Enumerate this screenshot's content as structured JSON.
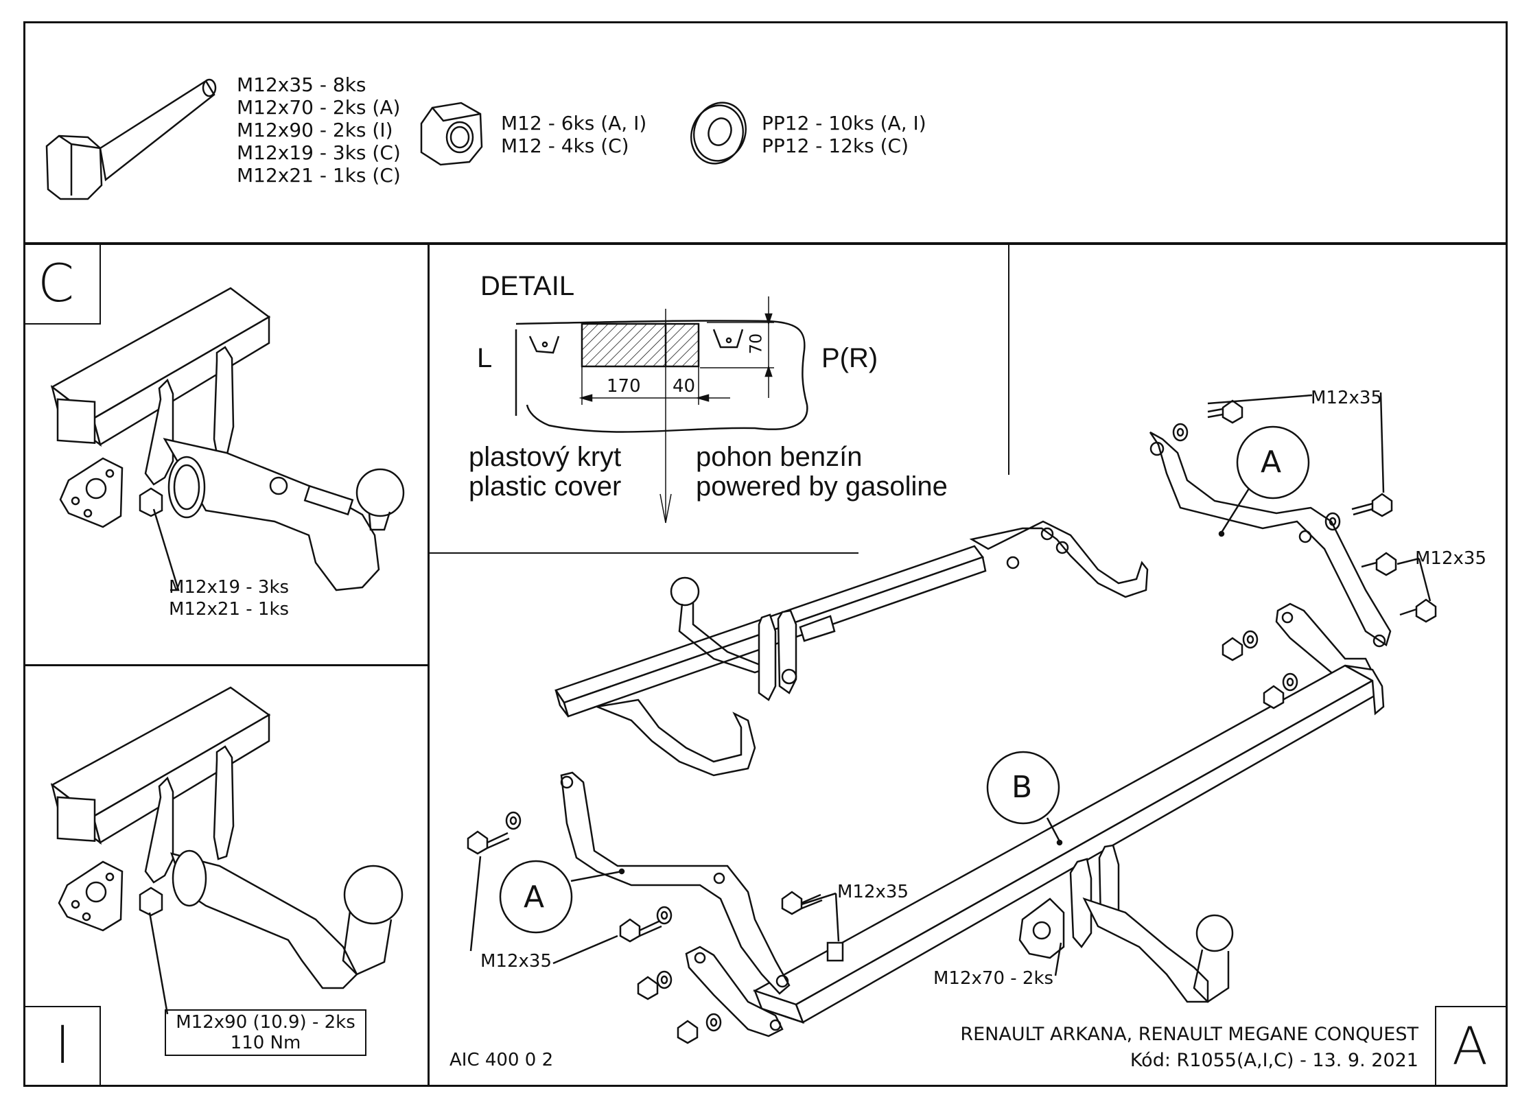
{
  "hardware": {
    "bolt_lines": [
      "M12x35 - 8ks",
      "M12x70 - 2ks (A)",
      "M12x90 - 2ks (I)",
      "M12x19 - 3ks (C)",
      "M12x21 - 1ks (C)"
    ],
    "nut_lines": [
      "M12 - 6ks (A, I)",
      "M12 - 4ks (C)"
    ],
    "washer_lines": [
      "PP12 - 10ks (A, I)",
      "PP12 - 12ks (C)"
    ],
    "bolt_icon": "hex-bolt-icon",
    "nut_icon": "hex-nut-icon",
    "washer_icon": "flat-washer-icon"
  },
  "panel_c": {
    "letter": "C",
    "callout_lines": [
      "M12x19 - 3ks",
      "M12x21 - 1ks"
    ]
  },
  "panel_i": {
    "letter": "I",
    "callout_lines": [
      "M12x90 (10.9) - 2ks",
      "110 Nm"
    ]
  },
  "detail": {
    "title": "DETAIL",
    "left": "L",
    "right": "P(R)",
    "dim_height": "70",
    "dim_left": "170",
    "dim_right": "40",
    "left_caption_lines": [
      "plastový kryt",
      "plastic cover"
    ],
    "right_caption_lines": [
      "pohon benzín",
      "powered by gasoline"
    ]
  },
  "assembly": {
    "part_a": "A",
    "part_b": "B",
    "callout_top": "M12x35",
    "callout_right": "M12x35",
    "callout_left": "M12x35",
    "callout_mid": "M12x35",
    "callout_m12x70": "M12x70 - 2ks"
  },
  "footer": {
    "code": "AIC 400 0 2",
    "vehicle": "RENAULT ARKANA, RENAULT MEGANE CONQUEST",
    "kod": "Kód: R1055(A,I,C) - 13. 9. 2021",
    "variant": "A"
  }
}
